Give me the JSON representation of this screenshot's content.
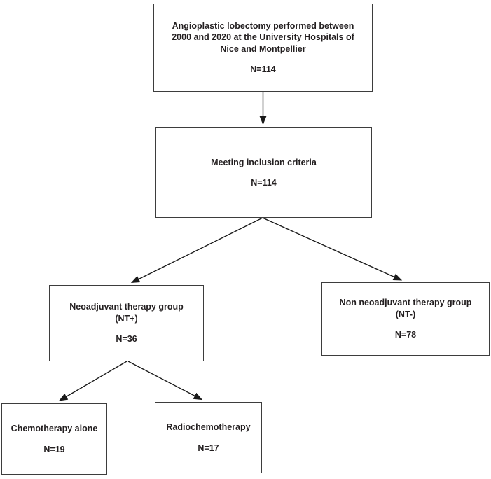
{
  "diagram": {
    "type": "flowchart",
    "background_color": "#ffffff",
    "box_border_color": "#3d3d3d",
    "text_color": "#231f20",
    "arrow_color": "#1a1a1a",
    "nodes": [
      {
        "id": "cohort",
        "lines": [
          "Angioplastic lobectomy performed between",
          "2000 and 2020 at the University Hospitals of",
          "Nice and Montpellier"
        ],
        "label": "Angioplastic lobectomy performed between 2000 and 2020 at the University Hospitals of Nice and Montpellier",
        "count": "N=114"
      },
      {
        "id": "inclusion",
        "lines": [
          "Meeting inclusion criteria"
        ],
        "label": "Meeting inclusion criteria",
        "count": "N=114"
      },
      {
        "id": "nt-plus",
        "lines": [
          "Neoadjuvant therapy group",
          "(NT+)"
        ],
        "label": "Neoadjuvant therapy group (NT+)",
        "count": "N=36"
      },
      {
        "id": "nt-minus",
        "lines": [
          "Non neoadjuvant therapy group",
          "(NT-)"
        ],
        "label": "Non neoadjuvant therapy group (NT-)",
        "count": "N=78"
      },
      {
        "id": "chemo-alone",
        "lines": [
          "Chemotherapy alone"
        ],
        "label": "Chemotherapy alone",
        "count": "N=19"
      },
      {
        "id": "radiochemo",
        "lines": [
          "Radiochemotherapy"
        ],
        "label": "Radiochemotherapy",
        "count": "N=17"
      }
    ],
    "edges": [
      {
        "from": "cohort",
        "to": "inclusion"
      },
      {
        "from": "inclusion",
        "to": "nt-plus"
      },
      {
        "from": "inclusion",
        "to": "nt-minus"
      },
      {
        "from": "nt-plus",
        "to": "chemo-alone"
      },
      {
        "from": "nt-plus",
        "to": "radiochemo"
      }
    ]
  }
}
